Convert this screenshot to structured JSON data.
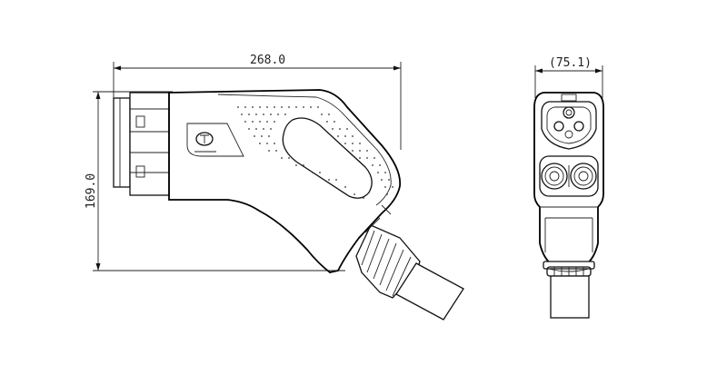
{
  "dimensions": {
    "overall_length": "268.0",
    "overall_height": "169.0",
    "overall_width": "(75.1)"
  },
  "views": {
    "side": {
      "logo_icon": "brand-emblem-icon"
    },
    "front": {}
  },
  "colors": {
    "line": "#111111",
    "background": "#ffffff"
  }
}
